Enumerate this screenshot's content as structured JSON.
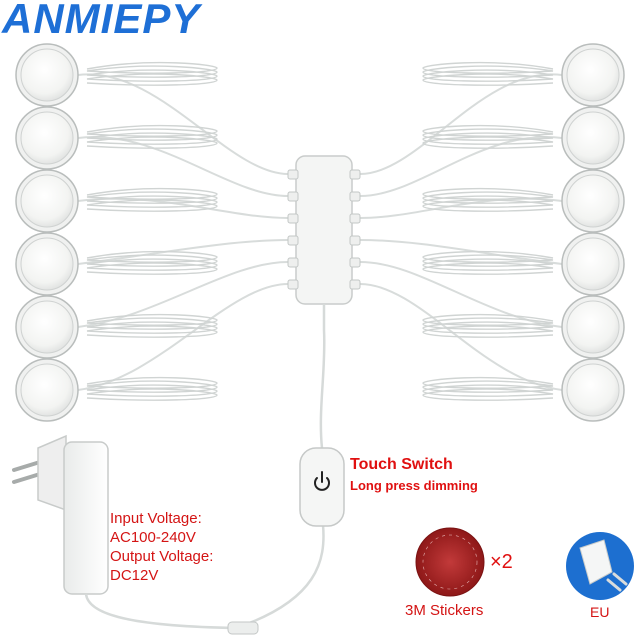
{
  "brand": {
    "name": "ANMIEPY",
    "color": "#1e6fd6"
  },
  "switch": {
    "title": "Touch Switch",
    "subtitle": "Long press dimming",
    "icon": "power-icon"
  },
  "adapter": {
    "input_label": "Input Voltage:",
    "input_value": "AC100-240V",
    "output_label": "Output Voltage:",
    "output_value": "DC12V"
  },
  "stickers": {
    "label": "3M Stickers",
    "multiplier": "×2"
  },
  "plug": {
    "label": "EU"
  },
  "lights": {
    "left_count": 6,
    "right_count": 6
  },
  "colors": {
    "accent_red": "#e01010",
    "plug_blue": "#1d6fd0"
  }
}
